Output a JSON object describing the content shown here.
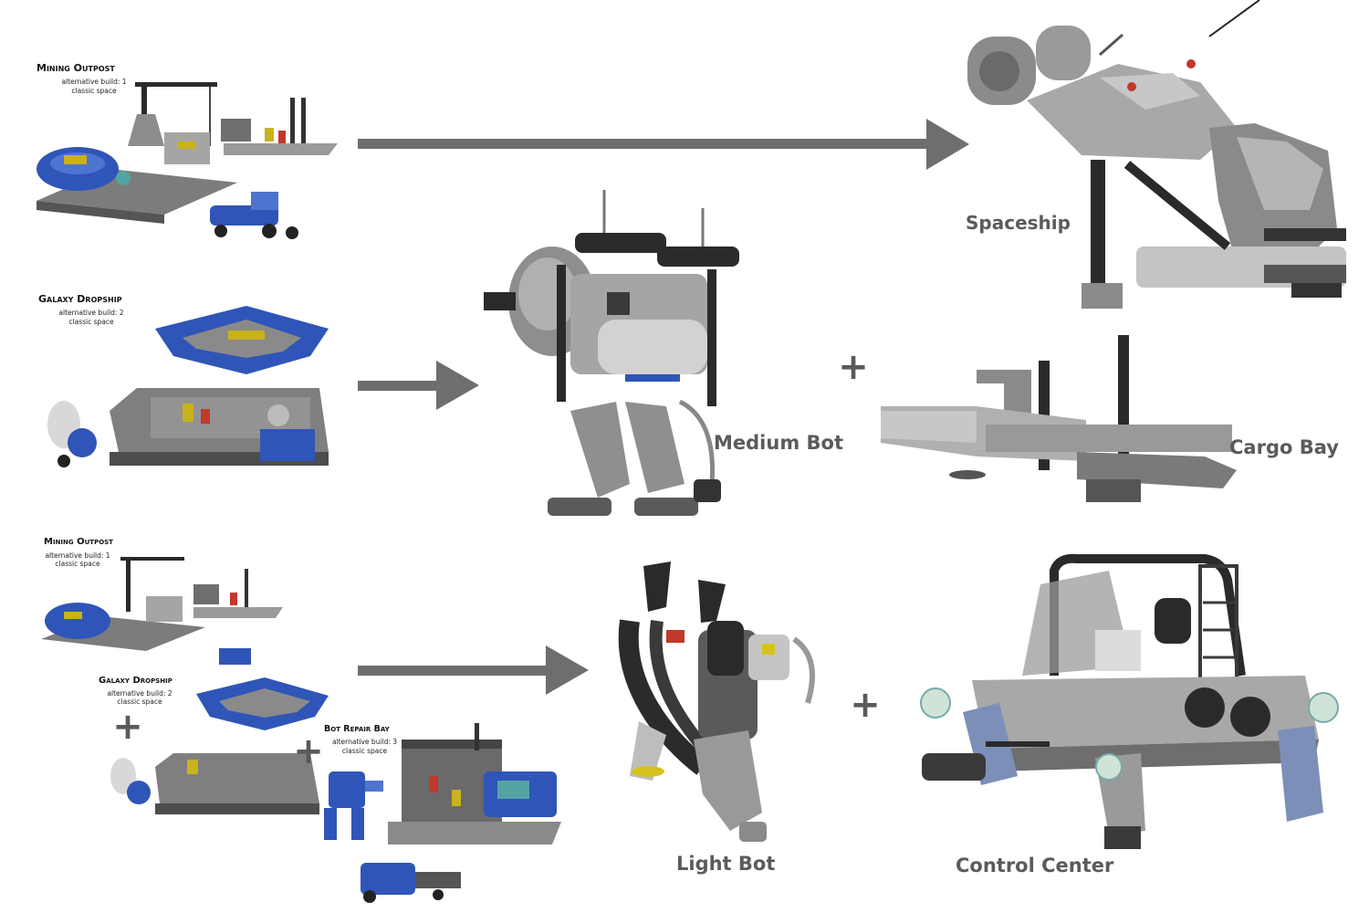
{
  "colors": {
    "arrow": "#6e6e6e",
    "label_text": "#5b5b5b",
    "plus": "#5a5a5a",
    "classic_blue": "#2f55b8",
    "classic_yellow": "#c9b21c",
    "build_gray": "#9a9a9a",
    "dark_gray": "#2a2a2a"
  },
  "sources": {
    "row1": {
      "title": "Mining Outpost",
      "build": "alternative build: 1",
      "theme": "classic space"
    },
    "row2": {
      "title": "Galaxy Dropship",
      "build": "alternative build: 2",
      "theme": "classic space"
    },
    "row3": {
      "mining": {
        "title": "Mining Outpost",
        "build": "alternative build: 1",
        "theme": "classic space"
      },
      "dropship": {
        "title": "Galaxy Dropship",
        "build": "alternative build: 2",
        "theme": "classic space"
      },
      "repair": {
        "title": "Bot Repair Bay",
        "build": "alternative build: 3",
        "theme": "classic space"
      }
    }
  },
  "results": {
    "spaceship": "Spaceship",
    "medium_bot": "Medium Bot",
    "cargo_bay": "Cargo Bay",
    "light_bot": "Light Bot",
    "control_center": "Control Center"
  },
  "symbols": {
    "plus": "+"
  }
}
